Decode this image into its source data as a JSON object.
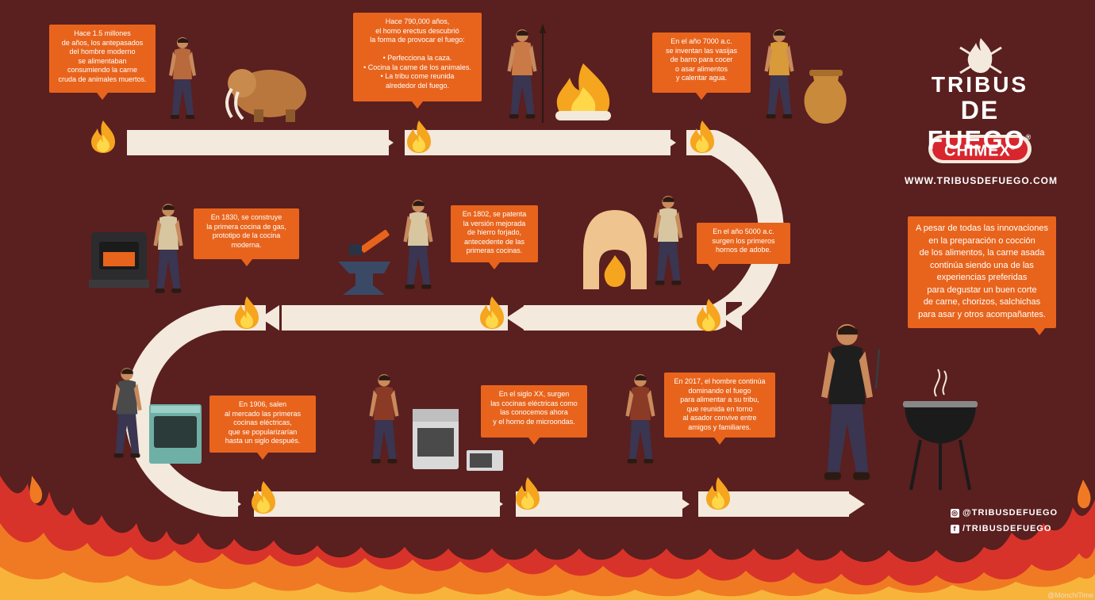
{
  "timeline": [
    {
      "text": "Hace 1.5 millones\nde años, los antepasados\ndel hombre moderno\nse alimentaban\nconsumiendo la carne\ncruda de animales muertos."
    },
    {
      "text": "Hace 790,000 años,\nel homo erectus descubrió\nla forma de provocar el fuego:\n\n• Perfecciona la caza.\n• Cocina la carne de los animales.\n• La tribu come reunida\nalrededor del fuego."
    },
    {
      "text": "En el año 7000 a.c.\nse inventan las vasijas\nde barro para cocer\no asar alimentos\ny calentar agua."
    },
    {
      "text": "En el año 5000 a.c.\nsurgen los primeros\nhornos de adobe."
    },
    {
      "text": "En 1802, se patenta\nla versión mejorada\nde hierro forjado,\nantecedente de las\nprimeras cocinas."
    },
    {
      "text": "En 1830, se construye\nla primera cocina de gas,\nprototipo de la cocina\nmoderna."
    },
    {
      "text": "En 1906, salen\nal mercado las primeras\ncocinas eléctricas,\nque se popularizarían\nhasta un siglo después."
    },
    {
      "text": "En el siglo XX, surgen\nlas cocinas eléctricas como\nlas conocemos ahora\ny el horno de microondas."
    },
    {
      "text": "En 2017, el hombre continúa\ndominando el fuego\npara alimentar a su tribu,\nque reunida en torno\nal asador convive entre\namigos y familiares."
    }
  ],
  "brand": {
    "title_line1": "TRIBUS",
    "title_line2": "DE FUEGO",
    "registered": "®",
    "badge": "CHIMEX",
    "badge_registered": "®",
    "website": "WWW.TRIBUSDEFUEGO.COM"
  },
  "closing": {
    "text": "A pesar de todas las innovaciones\nen la preparación o cocción\nde los alimentos, la carne asada\ncontinúa siendo una de las\nexperiencias preferidas\npara degustar un buen corte\nde carne, chorizos, salchichas\npara asar y otros acompañantes."
  },
  "social": {
    "instagram": "@TRIBUSDEFUEGO",
    "facebook": "/TRIBUSDEFUEGO",
    "instagram_icon": "instagram-icon",
    "facebook_icon": "facebook-icon",
    "facebook_glyph": "f"
  },
  "credit": "@MonchiTime",
  "colors": {
    "background": "#5a1f1f",
    "bubble": "#e8641c",
    "road": "#f3e9dc",
    "flame_outer": "#f5a51e",
    "flame_inner": "#ffd84a",
    "badge": "#d8262e"
  }
}
